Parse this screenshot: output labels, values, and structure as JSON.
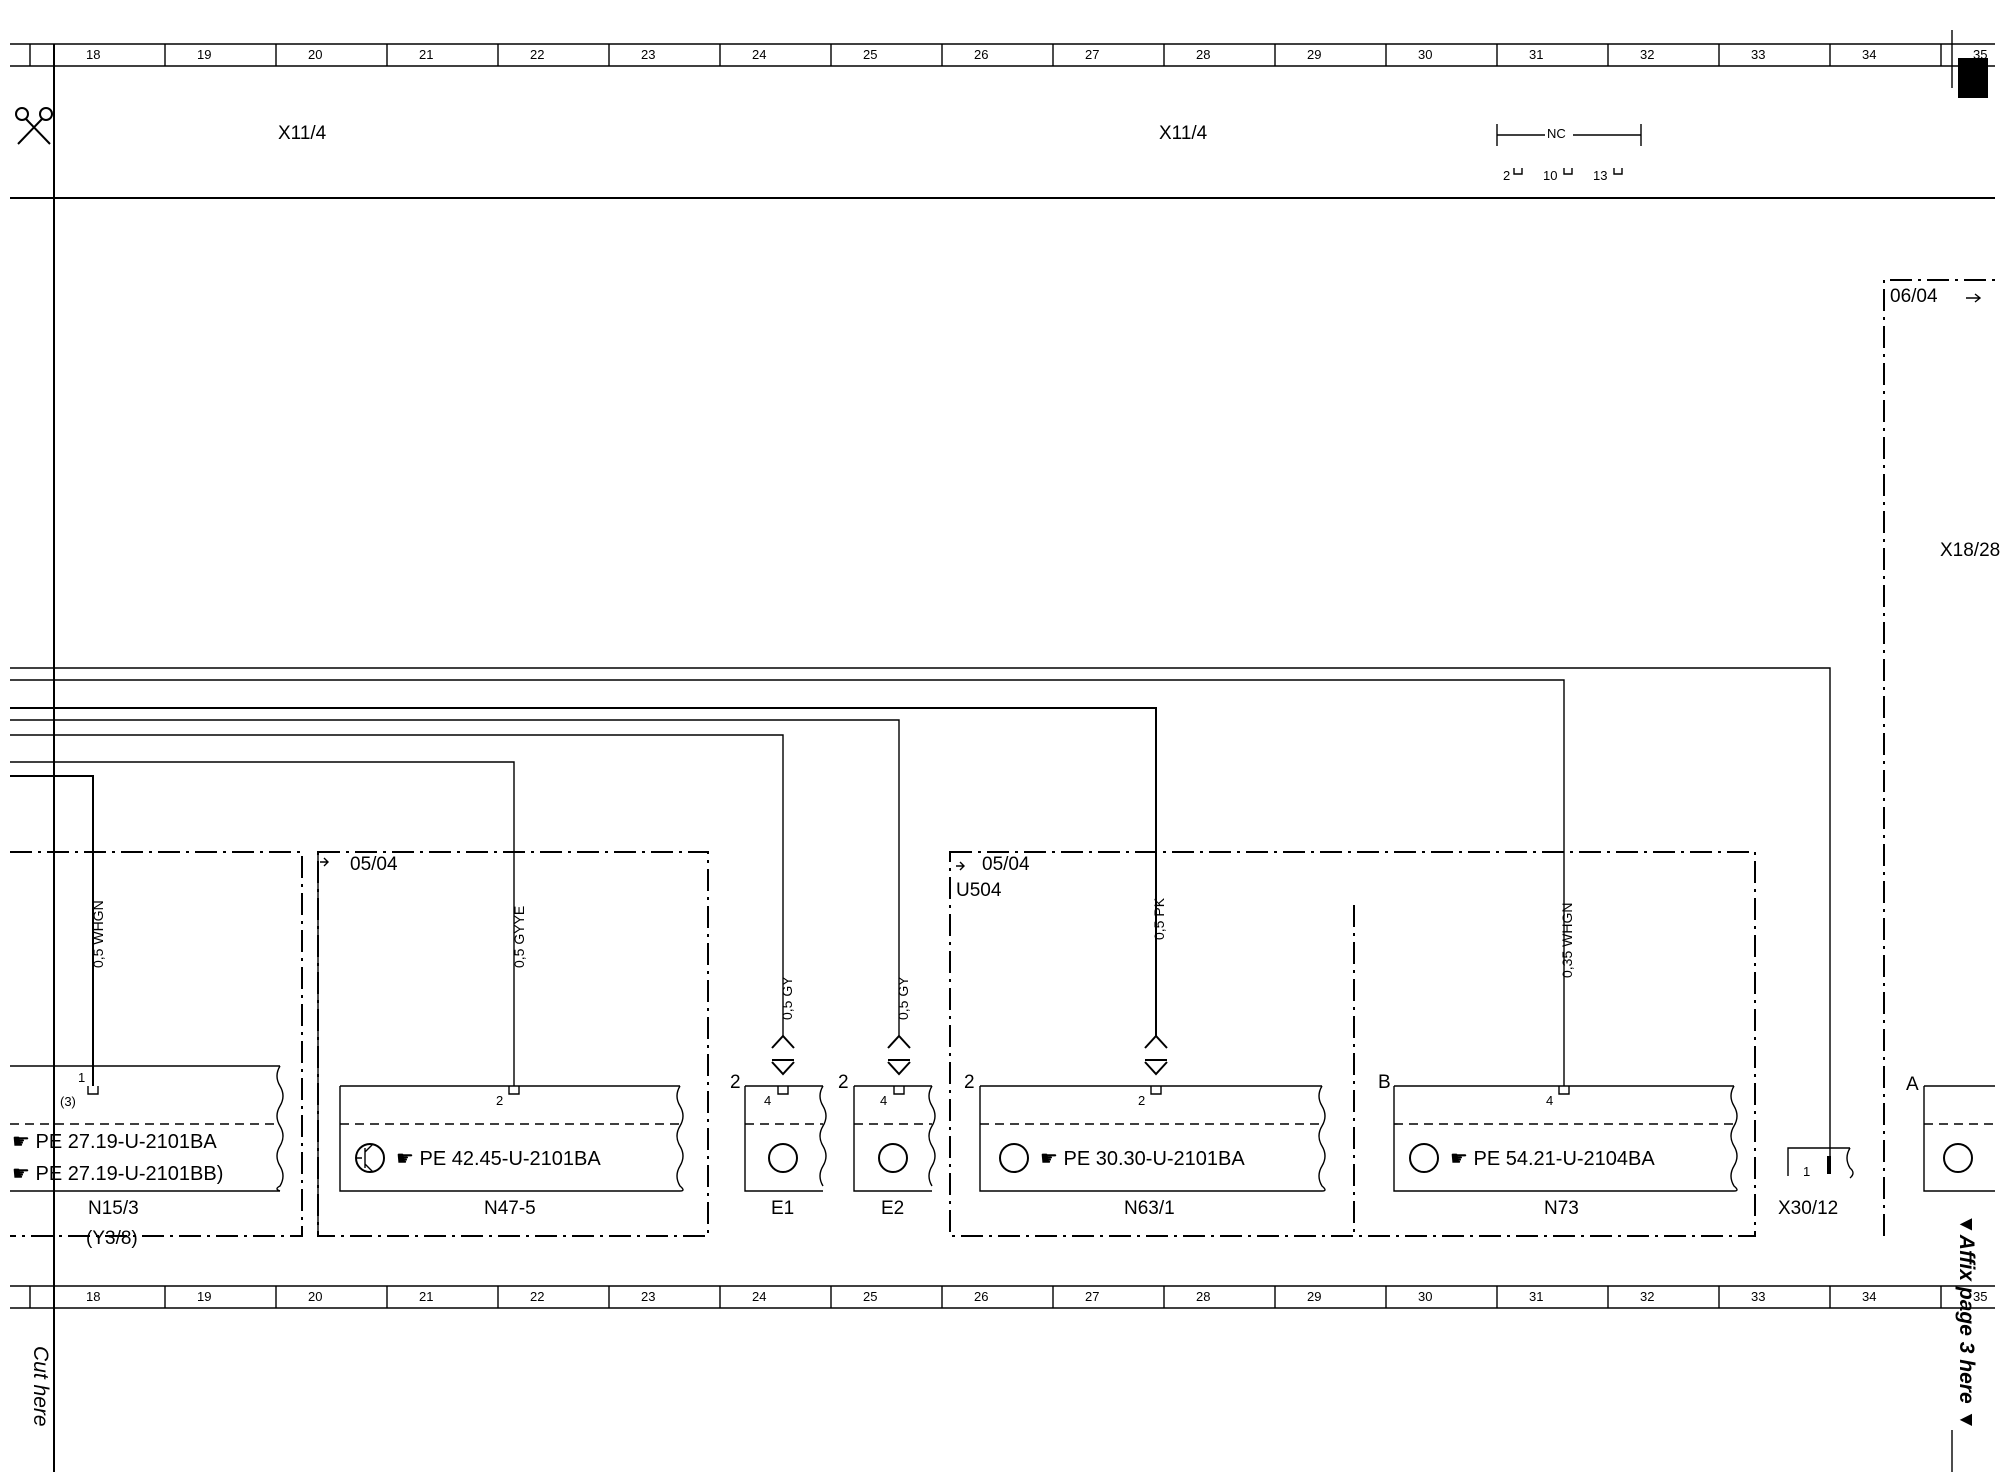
{
  "ruler_numbers": [
    "18",
    "19",
    "20",
    "21",
    "22",
    "23",
    "24",
    "25",
    "26",
    "27",
    "28",
    "29",
    "30",
    "31",
    "32",
    "33",
    "34",
    "35"
  ],
  "header": {
    "connector_left": "X11/4",
    "connector_right": "X11/4",
    "nc_label": "NC",
    "nc_pins": [
      "2",
      "10",
      "13"
    ]
  },
  "sheet_refs": {
    "ref_0604": "06/04",
    "ref_0504_a": "05/04",
    "ref_0504_b": "05/04",
    "x18_28": "X18/28"
  },
  "wires": {
    "w1": "0,5 WHGN",
    "w2": "0,5 GYYE",
    "w3": "0,5 GY",
    "w4": "0,5 GY",
    "w5": "0,5 PK",
    "w6": "0,35 WHGN"
  },
  "components": {
    "n15_3": {
      "name": "N15/3",
      "sub": "(Y3/8)",
      "pin": "1",
      "pin_alt": "(3)",
      "pe1": "PE 27.19-U-2101BA",
      "pe2": "PE 27.19-U-2101BB)"
    },
    "n47_5": {
      "name": "N47-5",
      "pin": "2",
      "pe": "PE 42.45-U-2101BA"
    },
    "e1": {
      "name": "E1",
      "side_pin": "2",
      "pin": "4"
    },
    "e2": {
      "name": "E2",
      "side_pin": "2",
      "pin": "4"
    },
    "u504": "U504",
    "n63_1": {
      "name": "N63/1",
      "side_pin": "2",
      "pin": "2",
      "pe": "PE 30.30-U-2101BA"
    },
    "n73": {
      "name": "N73",
      "side_pin": "B",
      "pin": "4",
      "pe": "PE 54.21-U-2104BA"
    },
    "x30_12": {
      "name": "X30/12",
      "pin": "1"
    },
    "right_comp": {
      "side_pin": "A"
    }
  },
  "margin": {
    "cut_here": "Cut here",
    "affix": "▼Affix page 3 here ▼"
  }
}
